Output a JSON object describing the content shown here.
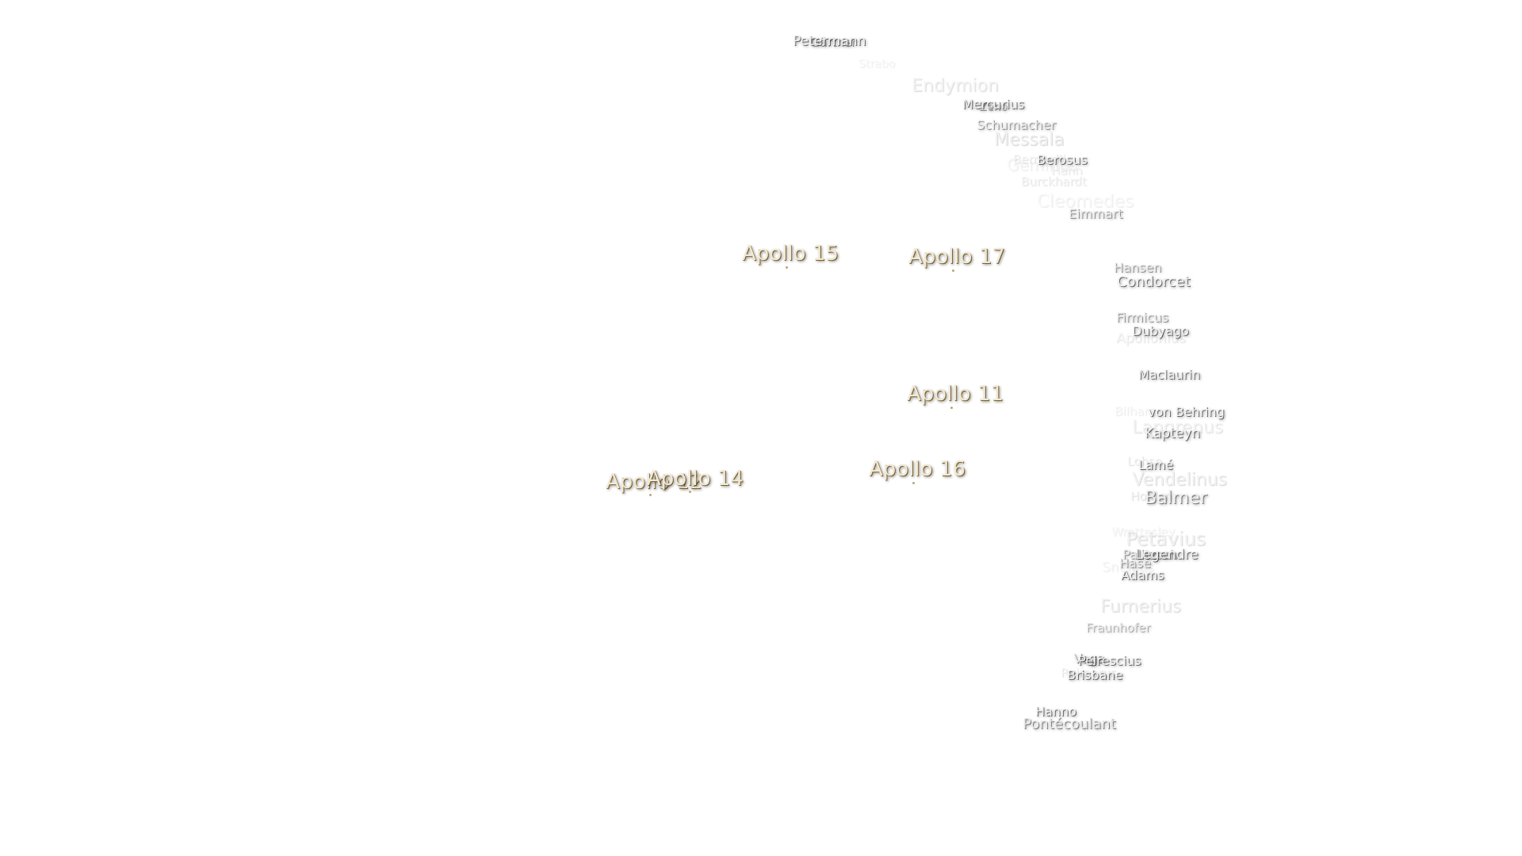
{
  "map": {
    "apollo_sites": [
      {
        "label": "Apollo 15"
      },
      {
        "label": "Apollo 17"
      },
      {
        "label": "Apollo 11"
      },
      {
        "label": "Apollo 16"
      },
      {
        "label": "Apollo 14"
      },
      {
        "label": "Apollo 12"
      }
    ],
    "craters": [
      {
        "label": "Petermann"
      },
      {
        "label": "Gärtner"
      },
      {
        "label": "Strabo"
      },
      {
        "label": "Endymion"
      },
      {
        "label": "Mercurius"
      },
      {
        "label": "Zeno"
      },
      {
        "label": "Schumacher"
      },
      {
        "label": "Messala"
      },
      {
        "label": "Berosus"
      },
      {
        "label": "Bernoulli"
      },
      {
        "label": "Geminus"
      },
      {
        "label": "Hahn"
      },
      {
        "label": "Burckhardt"
      },
      {
        "label": "Cleomedes"
      },
      {
        "label": "Eimmart"
      },
      {
        "label": "Hansen"
      },
      {
        "label": "Condorcet"
      },
      {
        "label": "Firmicus"
      },
      {
        "label": "Dubyago"
      },
      {
        "label": "Apollonius"
      },
      {
        "label": "Maclaurin"
      },
      {
        "label": "Bilharz"
      },
      {
        "label": "von Behring"
      },
      {
        "label": "Langrenus"
      },
      {
        "label": "Kapteyn"
      },
      {
        "label": "Lohse"
      },
      {
        "label": "Lamé"
      },
      {
        "label": "Vendelinus"
      },
      {
        "label": "Holden"
      },
      {
        "label": "Balmer"
      },
      {
        "label": "Wrottesley"
      },
      {
        "label": "Petavius"
      },
      {
        "label": "Palitzsch"
      },
      {
        "label": "Legendre"
      },
      {
        "label": "Snellius"
      },
      {
        "label": "Hase"
      },
      {
        "label": "Adams"
      },
      {
        "label": "Furnerius"
      },
      {
        "label": "Fraunhofer"
      },
      {
        "label": "Vega"
      },
      {
        "label": "Peirescius"
      },
      {
        "label": "Reimarus"
      },
      {
        "label": "Brisbane"
      },
      {
        "label": "Hanno"
      },
      {
        "label": "Pontécoulant"
      }
    ]
  }
}
